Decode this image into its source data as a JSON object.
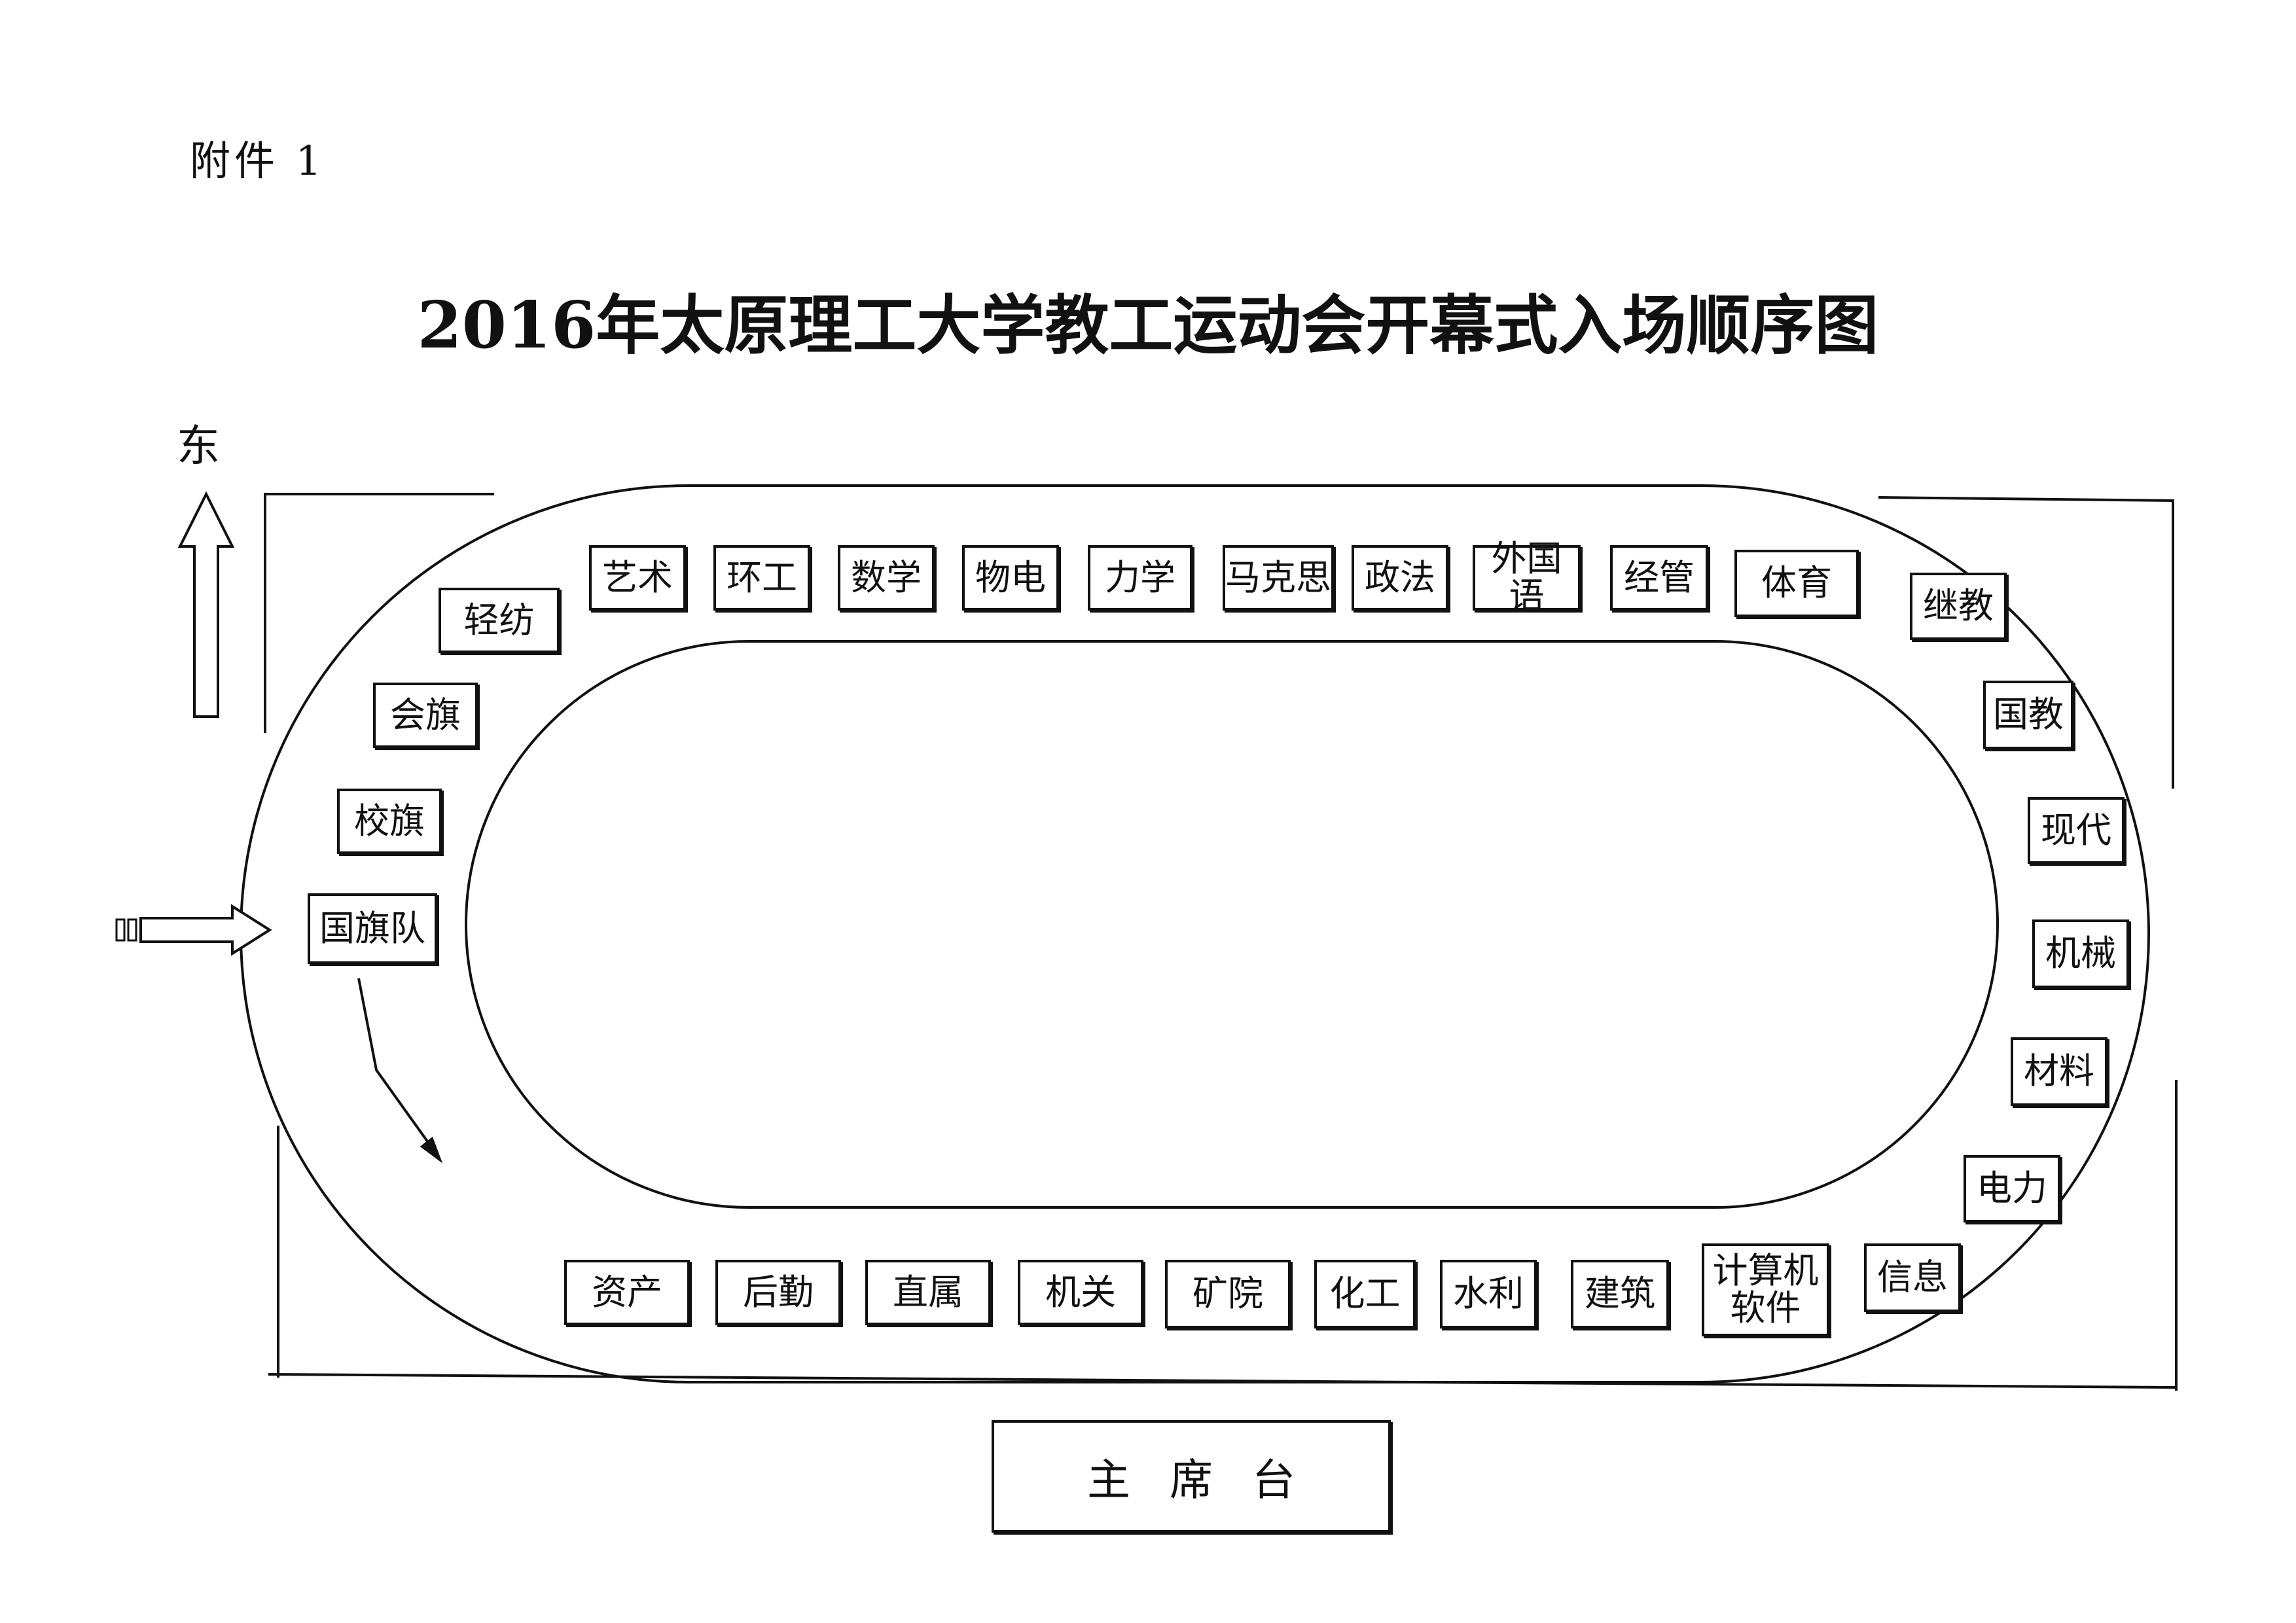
{
  "header": {
    "attachment": "附件 1",
    "title": "2016年太原理工大学教工运动会开幕式入场顺序图"
  },
  "compass": {
    "east": "东"
  },
  "stand_label": "主席台",
  "teams": {
    "flag_team": "国旗队",
    "school_flag": "校旗",
    "games_flag": "会旗",
    "qingfang": "轻纺",
    "yishu": "艺术",
    "huangong": "环工",
    "shuxue": "数学",
    "wudian": "物电",
    "lixue": "力学",
    "makesi": "马克思",
    "zhengfa": "政法",
    "waiguoyu": "外国语",
    "jingguan": "经管",
    "tiyu": "体育",
    "jijiao": "继教",
    "guojiao": "国教",
    "xiandai": "现代",
    "jixie": "机械",
    "cailiao": "材料",
    "dianli": "电力",
    "xinxi": "信息",
    "jisuanji": "计算机\n软件",
    "jianzhu": "建筑",
    "shuili": "水利",
    "huagong": "化工",
    "kuangyuan": "矿院",
    "jiguan": "机关",
    "zhishu": "直属",
    "houqin": "后勤",
    "zichan": "资产"
  }
}
